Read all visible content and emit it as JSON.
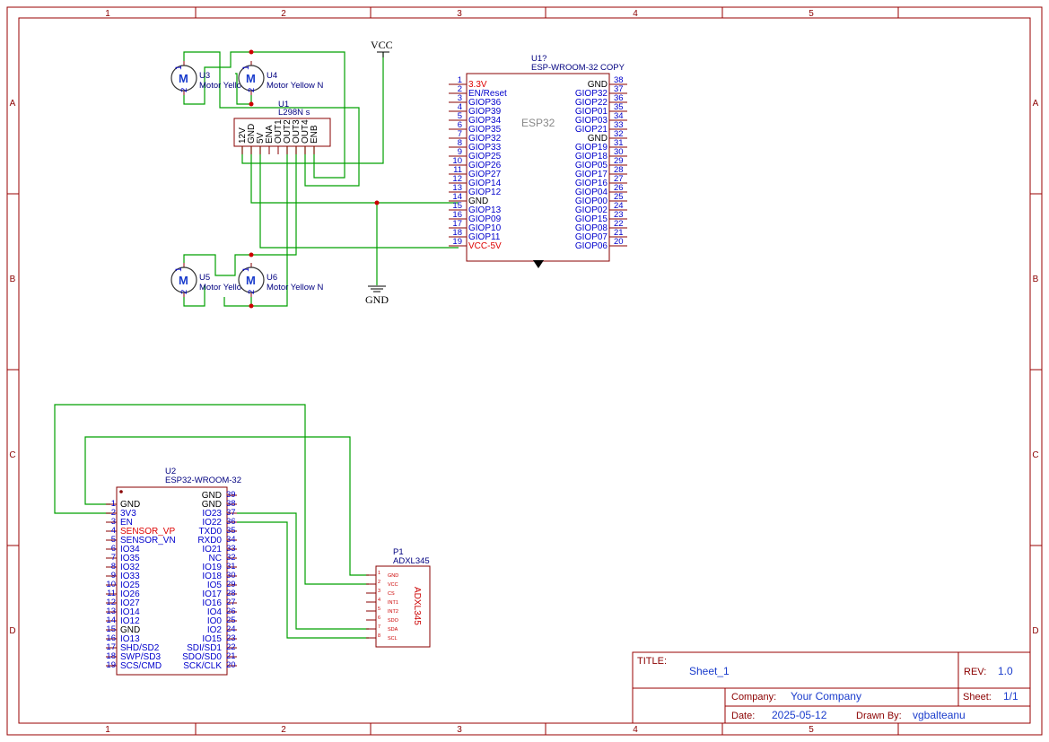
{
  "border": {
    "columns": [
      "1",
      "2",
      "3",
      "4",
      "5"
    ],
    "rows": [
      "A",
      "B",
      "C",
      "D"
    ]
  },
  "title_block": {
    "title_label": "TITLE:",
    "title": "Sheet_1",
    "rev_label": "REV:",
    "rev": "1.0",
    "company_label": "Company:",
    "company": "Your Company",
    "sheet_label": "Sheet:",
    "sheet": "1/1",
    "date_label": "Date:",
    "date": "2025-05-12",
    "drawn_label": "Drawn By:",
    "drawn_by": "vgbalteanu"
  },
  "power": {
    "vcc": "VCC",
    "gnd": "GND"
  },
  "motors": [
    {
      "designator": "U3",
      "value": "Motor Yellow N",
      "symbol": "M",
      "pin1": "1",
      "pin2": "2"
    },
    {
      "designator": "U4",
      "value": "Motor Yellow N",
      "symbol": "M",
      "pin1": "1",
      "pin2": "2"
    },
    {
      "designator": "U5",
      "value": "Motor Yellow N",
      "symbol": "M",
      "pin1": "1",
      "pin2": "2"
    },
    {
      "designator": "U6",
      "value": "Motor Yellow N",
      "symbol": "M",
      "pin1": "1",
      "pin2": "2"
    }
  ],
  "driver": {
    "designator": "U1",
    "value": "L298N s",
    "pins": [
      "12V",
      "GND",
      "5V",
      "ENA",
      "OUT1",
      "OUT2",
      "OUT3",
      "OUT4",
      "ENB"
    ]
  },
  "esp_copy": {
    "designator": "U1?",
    "value": "ESP-WROOM-32 COPY",
    "body_label": "ESP32",
    "left_pins": [
      {
        "num": "1",
        "name": "3.3V",
        "color": "red"
      },
      {
        "num": "2",
        "name": "EN/Reset",
        "color": "blue"
      },
      {
        "num": "3",
        "name": "GIOP36",
        "color": "blue"
      },
      {
        "num": "4",
        "name": "GIOP39",
        "color": "blue"
      },
      {
        "num": "5",
        "name": "GIOP34",
        "color": "blue"
      },
      {
        "num": "6",
        "name": "GIOP35",
        "color": "blue"
      },
      {
        "num": "7",
        "name": "GIOP32",
        "color": "blue"
      },
      {
        "num": "8",
        "name": "GIOP33",
        "color": "blue"
      },
      {
        "num": "9",
        "name": "GIOP25",
        "color": "blue"
      },
      {
        "num": "10",
        "name": "GIOP26",
        "color": "blue"
      },
      {
        "num": "11",
        "name": "GIOP27",
        "color": "blue"
      },
      {
        "num": "12",
        "name": "GIOP14",
        "color": "blue"
      },
      {
        "num": "13",
        "name": "GIOP12",
        "color": "blue"
      },
      {
        "num": "14",
        "name": "GND",
        "color": "black"
      },
      {
        "num": "15",
        "name": "GIOP13",
        "color": "blue"
      },
      {
        "num": "16",
        "name": "GIOP09",
        "color": "blue"
      },
      {
        "num": "17",
        "name": "GIOP10",
        "color": "blue"
      },
      {
        "num": "18",
        "name": "GIOP11",
        "color": "blue"
      },
      {
        "num": "19",
        "name": "VCC-5V",
        "color": "red"
      }
    ],
    "right_pins": [
      {
        "num": "38",
        "name": "GND",
        "color": "black"
      },
      {
        "num": "37",
        "name": "GIOP32",
        "color": "blue"
      },
      {
        "num": "36",
        "name": "GIOP22",
        "color": "blue"
      },
      {
        "num": "35",
        "name": "GIOP01",
        "color": "blue"
      },
      {
        "num": "34",
        "name": "GIOP03",
        "color": "blue"
      },
      {
        "num": "33",
        "name": "GIOP21",
        "color": "blue"
      },
      {
        "num": "32",
        "name": "GND",
        "color": "black"
      },
      {
        "num": "31",
        "name": "GIOP19",
        "color": "blue"
      },
      {
        "num": "30",
        "name": "GIOP18",
        "color": "blue"
      },
      {
        "num": "29",
        "name": "GIOP05",
        "color": "blue"
      },
      {
        "num": "28",
        "name": "GIOP17",
        "color": "blue"
      },
      {
        "num": "27",
        "name": "GIOP16",
        "color": "blue"
      },
      {
        "num": "26",
        "name": "GIOP04",
        "color": "blue"
      },
      {
        "num": "25",
        "name": "GIOP00",
        "color": "blue"
      },
      {
        "num": "24",
        "name": "GIOP02",
        "color": "blue"
      },
      {
        "num": "23",
        "name": "GIOP15",
        "color": "blue"
      },
      {
        "num": "22",
        "name": "GIOP08",
        "color": "blue"
      },
      {
        "num": "21",
        "name": "GIOP07",
        "color": "blue"
      },
      {
        "num": "20",
        "name": "GIOP06",
        "color": "blue"
      }
    ]
  },
  "esp_main": {
    "designator": "U2",
    "value": "ESP32-WROOM-32",
    "left_pins": [
      {
        "num": "1",
        "name": "GND",
        "color": "black"
      },
      {
        "num": "2",
        "name": "3V3",
        "color": "blue"
      },
      {
        "num": "3",
        "name": "EN",
        "color": "blue"
      },
      {
        "num": "4",
        "name": "SENSOR_VP",
        "color": "red"
      },
      {
        "num": "5",
        "name": "SENSOR_VN",
        "color": "blue"
      },
      {
        "num": "6",
        "name": "IO34",
        "color": "blue"
      },
      {
        "num": "7",
        "name": "IO35",
        "color": "blue"
      },
      {
        "num": "8",
        "name": "IO32",
        "color": "blue"
      },
      {
        "num": "9",
        "name": "IO33",
        "color": "blue"
      },
      {
        "num": "10",
        "name": "IO25",
        "color": "blue"
      },
      {
        "num": "11",
        "name": "IO26",
        "color": "blue"
      },
      {
        "num": "12",
        "name": "IO27",
        "color": "blue"
      },
      {
        "num": "13",
        "name": "IO14",
        "color": "blue"
      },
      {
        "num": "14",
        "name": "IO12",
        "color": "blue"
      },
      {
        "num": "15",
        "name": "GND",
        "color": "black"
      },
      {
        "num": "16",
        "name": "IO13",
        "color": "blue"
      },
      {
        "num": "17",
        "name": "SHD/SD2",
        "color": "blue"
      },
      {
        "num": "18",
        "name": "SWP/SD3",
        "color": "blue"
      },
      {
        "num": "19",
        "name": "SCS/CMD",
        "color": "blue"
      }
    ],
    "right_pins": [
      {
        "num": "39",
        "name": "GND",
        "color": "black"
      },
      {
        "num": "38",
        "name": "GND",
        "color": "black"
      },
      {
        "num": "37",
        "name": "IO23",
        "color": "blue"
      },
      {
        "num": "36",
        "name": "IO22",
        "color": "blue"
      },
      {
        "num": "35",
        "name": "TXD0",
        "color": "blue"
      },
      {
        "num": "34",
        "name": "RXD0",
        "color": "blue"
      },
      {
        "num": "33",
        "name": "IO21",
        "color": "blue"
      },
      {
        "num": "32",
        "name": "NC",
        "color": "blue"
      },
      {
        "num": "31",
        "name": "IO19",
        "color": "blue"
      },
      {
        "num": "30",
        "name": "IO18",
        "color": "blue"
      },
      {
        "num": "29",
        "name": "IO5",
        "color": "blue"
      },
      {
        "num": "28",
        "name": "IO17",
        "color": "blue"
      },
      {
        "num": "27",
        "name": "IO16",
        "color": "blue"
      },
      {
        "num": "26",
        "name": "IO4",
        "color": "blue"
      },
      {
        "num": "25",
        "name": "IO0",
        "color": "blue"
      },
      {
        "num": "24",
        "name": "IO2",
        "color": "blue"
      },
      {
        "num": "23",
        "name": "IO15",
        "color": "blue"
      },
      {
        "num": "22",
        "name": "SDI/SD1",
        "color": "blue"
      },
      {
        "num": "21",
        "name": "SDO/SD0",
        "color": "blue"
      },
      {
        "num": "20",
        "name": "SCK/CLK",
        "color": "blue"
      }
    ]
  },
  "accel": {
    "designator": "P1",
    "value": "ADXL345",
    "body_label": "ADXL345",
    "pins": [
      {
        "num": "1",
        "name": "GND"
      },
      {
        "num": "2",
        "name": "VCC"
      },
      {
        "num": "3",
        "name": "CS"
      },
      {
        "num": "4",
        "name": "INT1"
      },
      {
        "num": "5",
        "name": "INT2"
      },
      {
        "num": "6",
        "name": "SDO"
      },
      {
        "num": "7",
        "name": "SDA"
      },
      {
        "num": "8",
        "name": "SCL"
      }
    ]
  }
}
